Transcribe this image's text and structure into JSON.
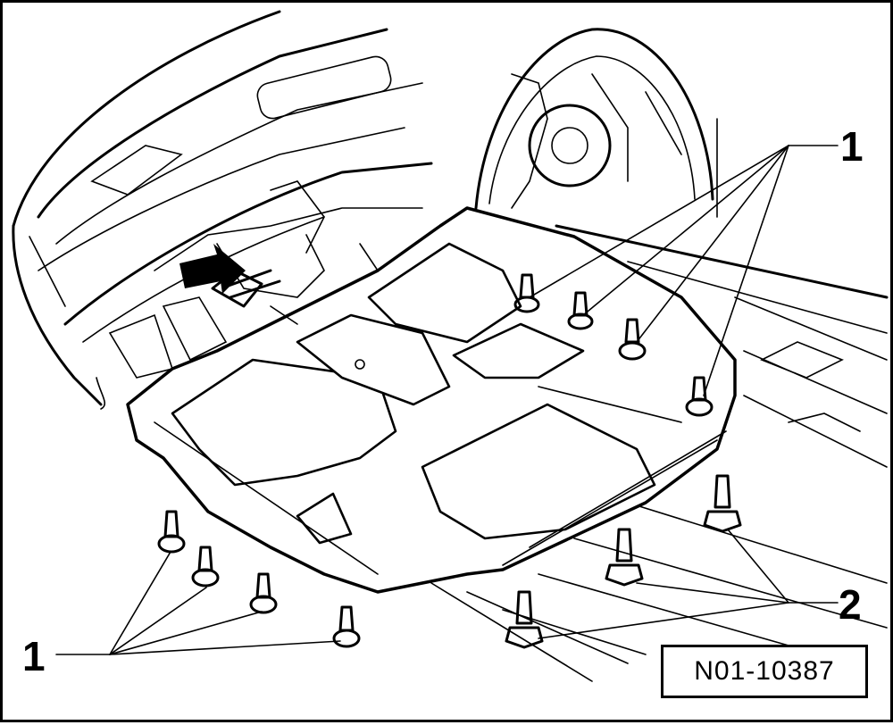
{
  "callouts": {
    "label_1_top": "1",
    "label_1_bottom": "1",
    "label_2": "2"
  },
  "figure_ref": "N01-10387",
  "colors": {
    "line": "#000000",
    "background": "#ffffff"
  }
}
